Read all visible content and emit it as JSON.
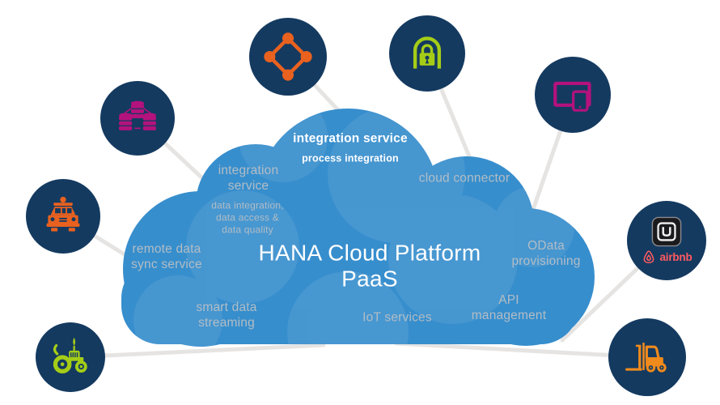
{
  "cloud": {
    "title": "HANA Cloud Platform\nPaaS",
    "featured_service": {
      "title": "integration service",
      "subtitle": "process integration"
    },
    "services": [
      {
        "title": "integration\nservice",
        "subtitle": "data integration,\ndata access &\ndata quality"
      },
      {
        "title": "cloud connector"
      },
      {
        "title": "remote data\nsync service"
      },
      {
        "title": "OData\nprovisioning"
      },
      {
        "title": "smart data\nstreaming"
      },
      {
        "title": "IoT services"
      },
      {
        "title": "API\nmanagement"
      }
    ]
  },
  "satellites": [
    {
      "icon": "network-nodes-icon",
      "color": "#e8611f"
    },
    {
      "icon": "database-cluster-icon",
      "color": "#b4127d"
    },
    {
      "icon": "security-lock-icon",
      "color": "#a5cd17"
    },
    {
      "icon": "devices-screens-icon",
      "color": "#b4127d"
    },
    {
      "icon": "taxi-icon",
      "color": "#e8611f"
    },
    {
      "icon": "uber-airbnb-logos",
      "color": "#ff5a5f",
      "label": "airbnb"
    },
    {
      "icon": "tractor-icon",
      "color": "#a5cd17"
    },
    {
      "icon": "forklift-icon",
      "color": "#ef8a1c"
    }
  ],
  "colors": {
    "cloud_blue": "#378ecd",
    "cloud_bubble_overlay": "rgba(255,255,255,0.08)",
    "circle_navy": "#143a60",
    "orange": "#e8611f",
    "amber": "#ef8a1c",
    "magenta": "#b4127d",
    "green": "#a5cd17",
    "airbnb_red": "#ff5a5f",
    "label_gray": "#b2bdc5",
    "line_gray": "#e6e4e2",
    "title_white": "#ffffff"
  }
}
